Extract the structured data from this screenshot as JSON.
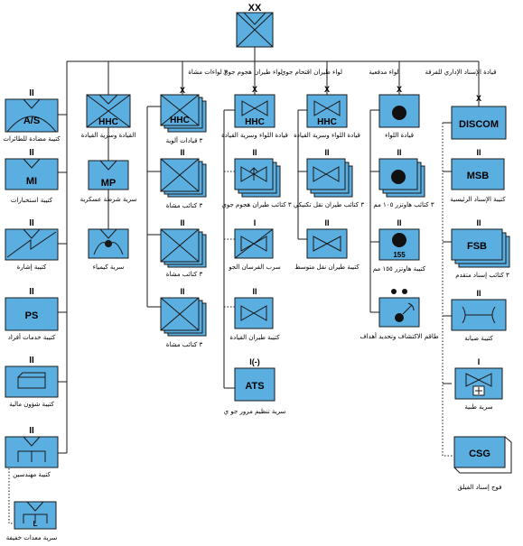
{
  "top": {
    "echelon": "XX"
  },
  "branches": {
    "infantry": "٣ لواءات مشاة",
    "air_assault": "لواء طيران هجوم جوي",
    "air_attack": "لواء طيران اقتحام جوي",
    "artillery": "لواء مدفعية",
    "discom": "قيادة الإسناد الإداري للفرقة"
  },
  "left_col": [
    {
      "abbr": "A/S",
      "echelon": "II",
      "label": "كتيبة مضادة للطائرات"
    },
    {
      "abbr": "MI",
      "echelon": "II",
      "label": "كتيبة استخبارات"
    },
    {
      "abbr": "",
      "echelon": "II",
      "label": "كتيبة إشارة"
    },
    {
      "abbr": "PS",
      "echelon": "II",
      "label": "كتيبة خدمات أفراد"
    },
    {
      "abbr": "",
      "echelon": "II",
      "label": "كتيبة شؤون مالية"
    },
    {
      "abbr": "",
      "echelon": "II",
      "label": "كتيبة مهندسين"
    },
    {
      "abbr": "L",
      "echelon": "",
      "label": "سرية معدات خفيفة"
    }
  ],
  "col2": [
    {
      "abbr": "HHC",
      "echelon": "",
      "label": "القيادة وسرية القيادة"
    },
    {
      "abbr": "MP",
      "echelon": "",
      "label": "سرية شرطة عسكرية"
    },
    {
      "abbr": "",
      "echelon": "",
      "label": "سرية كيمياء"
    }
  ],
  "col3": [
    {
      "abbr": "HHC",
      "echelon": "X",
      "label": "٣ قيادات ألوية"
    },
    {
      "abbr": "",
      "echelon": "II",
      "label": "٣ كتائب مشاة"
    },
    {
      "abbr": "",
      "echelon": "II",
      "label": "٣ كتائب مشاة"
    },
    {
      "abbr": "",
      "echelon": "II",
      "label": "٣ كتائب مشاة"
    }
  ],
  "col4": [
    {
      "abbr": "HHC",
      "echelon": "X",
      "label": "قيادة اللواء وسرية القيادة"
    },
    {
      "abbr": "",
      "echelon": "II",
      "label": "٣ كتائب طيران هجوم جوي"
    },
    {
      "abbr": "",
      "echelon": "I",
      "label": "سرب الفرسان الجو"
    },
    {
      "abbr": "",
      "echelon": "II",
      "label": "كتيبة طيران القيادة"
    },
    {
      "abbr": "ATS",
      "echelon": "I(-)",
      "label": "سرية تنظيم مرور جو ي"
    }
  ],
  "col5": [
    {
      "abbr": "HHC",
      "echelon": "X",
      "label": "قيادة اللواء وسرية القيادة"
    },
    {
      "abbr": "",
      "echelon": "II",
      "label": "٣ كتائب طيران نقل تكتيكي"
    },
    {
      "abbr": "",
      "echelon": "II",
      "label": "كتيبة طيران نقل متوسط"
    }
  ],
  "col6": [
    {
      "abbr": "",
      "echelon": "X",
      "label": "قيادة اللواء"
    },
    {
      "abbr": "",
      "echelon": "II",
      "label": "٣ كتائب هاوتزر ١٠٥ مم"
    },
    {
      "abbr": "155",
      "echelon": "II",
      "label": "كتيبة هاوتزر ١٥٥ مم"
    },
    {
      "abbr": "",
      "echelon": "",
      "label": "طاقم الاكتشاف وتحديد أهداف"
    }
  ],
  "col7": [
    {
      "abbr": "DISCOM",
      "echelon": "X",
      "label": ""
    },
    {
      "abbr": "MSB",
      "echelon": "II",
      "label": "كتيبة الإسناد الرئيسية"
    },
    {
      "abbr": "FSB",
      "echelon": "II",
      "label": "٣ كتائب إسناد متقدم"
    },
    {
      "abbr": "",
      "echelon": "II",
      "label": "كتيبة صيانة"
    },
    {
      "abbr": "",
      "echelon": "I",
      "label": "سرية طبية"
    },
    {
      "abbr": "CSG",
      "echelon": "",
      "label": "فوج إسناد الفيلق"
    }
  ],
  "colors": {
    "unit_fill": "#5aaee0",
    "line": "#1a1a1a"
  }
}
